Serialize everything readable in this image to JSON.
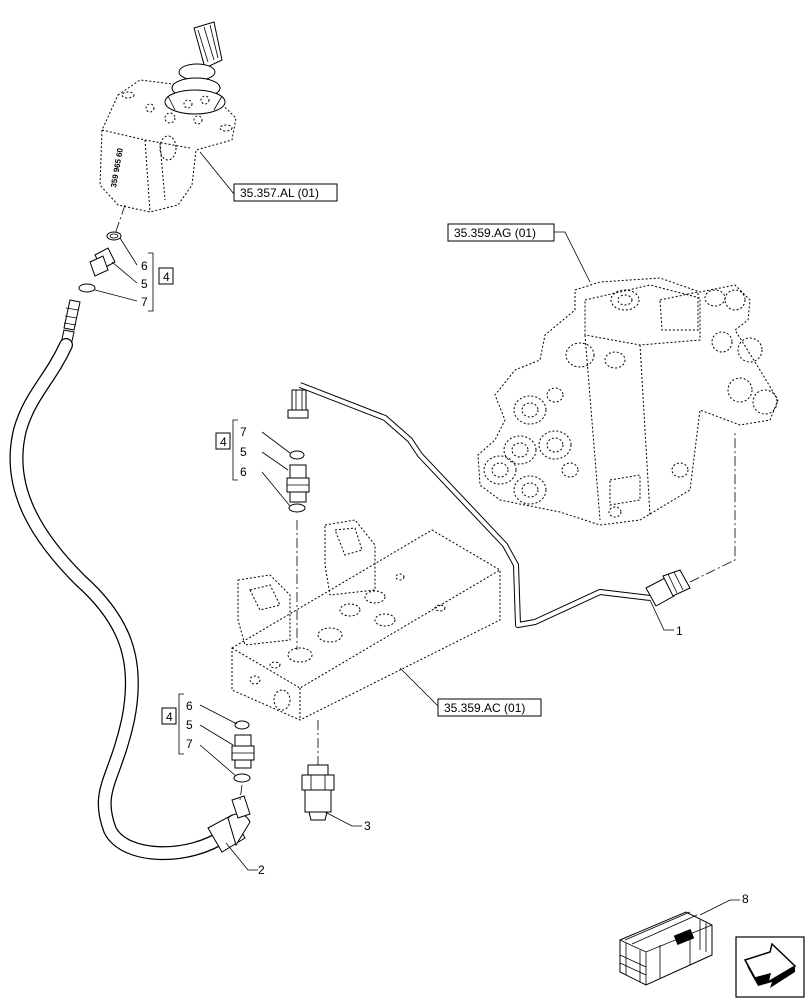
{
  "references": {
    "pilot_control": "35.357.AL (01)",
    "control_valve": "35.359.AG (01)",
    "manifold_block": "35.359.AC (01)"
  },
  "callouts": {
    "tube": "1",
    "hose": "2",
    "pressure_switch": "3",
    "kit": "8"
  },
  "groups": {
    "top": {
      "kit": "4",
      "items": [
        "6",
        "5",
        "7"
      ]
    },
    "middle": {
      "kit": "4",
      "items": [
        "7",
        "5",
        "6"
      ]
    },
    "bottom": {
      "kit": "4",
      "items": [
        "6",
        "5",
        "7"
      ]
    }
  },
  "valve_markings": {
    "pilot_code": "359 965 60"
  },
  "icons": {
    "nav": "next-page-arrow-icon",
    "kit_box": "crate-icon"
  }
}
